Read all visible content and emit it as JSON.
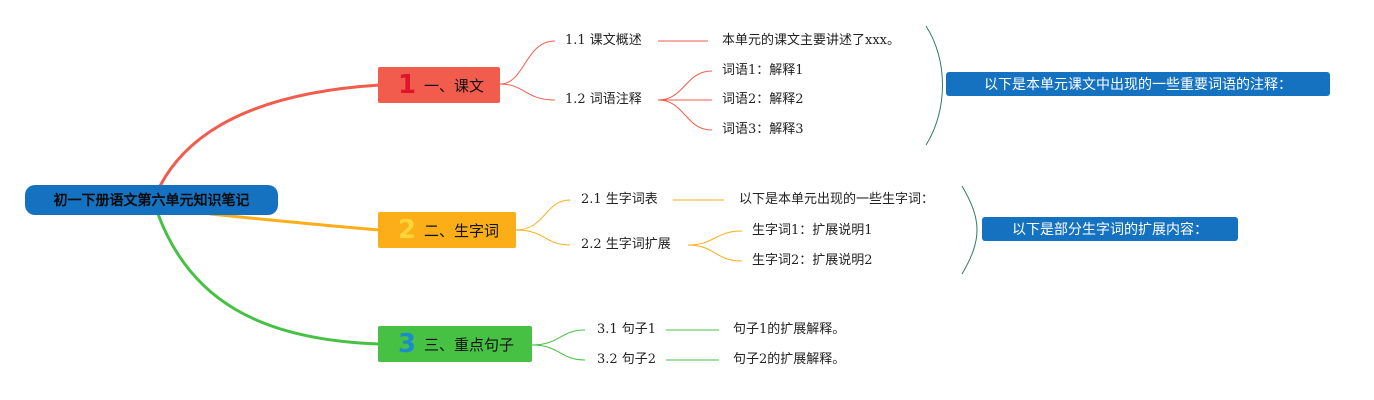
{
  "root": {
    "label": "初一下册语文第六单元知识笔记"
  },
  "branches": [
    {
      "num": "1",
      "label": "一、课文",
      "color": "#f25c4d",
      "num_color": "#e0142c",
      "subs": [
        {
          "label": "1.1 课文概述",
          "details": [
            "本单元的课文主要讲述了xxx。"
          ]
        },
        {
          "label": "1.2 词语注释",
          "details": [
            "词语1：解释1",
            "词语2：解释2",
            "词语3：解释3"
          ]
        }
      ],
      "callout": "以下是本单元课文中出现的一些重要词语的注释："
    },
    {
      "num": "2",
      "label": "二、生字词",
      "color": "#fbae17",
      "num_color": "#fdd43a",
      "subs": [
        {
          "label": "2.1 生字词表",
          "details": [
            "以下是本单元出现的一些生字词："
          ]
        },
        {
          "label": "2.2 生字词扩展",
          "details": [
            "生字词1：扩展说明1",
            "生字词2：扩展说明2"
          ]
        }
      ],
      "callout": "以下是部分生字词的扩展内容："
    },
    {
      "num": "3",
      "label": "三、重点句子",
      "color": "#47c144",
      "num_color": "#1b8bd0",
      "subs": [
        {
          "label": "3.1 句子1",
          "details": [
            "句子1的扩展解释。"
          ]
        },
        {
          "label": "3.2 句子2",
          "details": [
            "句子2的扩展解释。"
          ]
        }
      ]
    }
  ],
  "colors": {
    "root": "#1572c0",
    "callout": "#1572c0",
    "bracket": "#2f7d5a"
  }
}
